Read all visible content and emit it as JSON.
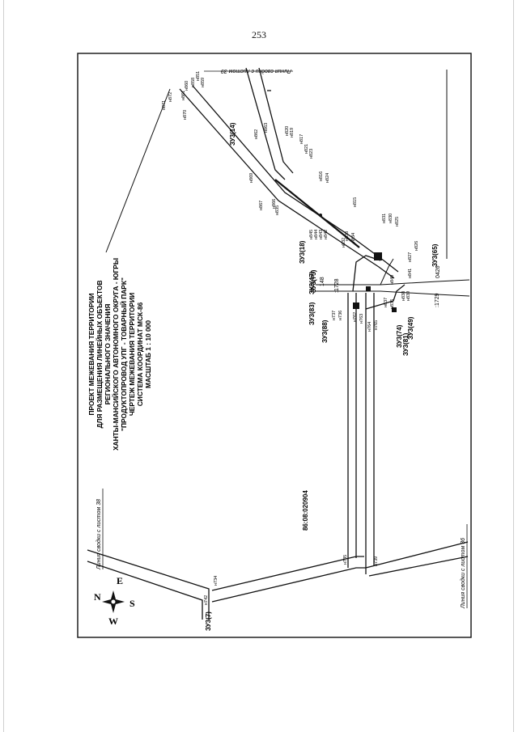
{
  "page_number": "253",
  "title_block": {
    "lines": [
      "ПРОЕКТ МЕЖЕВАНИЯ ТЕРРИТОРИИ",
      "ДЛЯ РАЗМЕЩЕНИЯ ЛИНЕЙНЫХ ОБЪЕКТОВ",
      "РЕГИОНАЛЬНОГО ЗНАЧЕНИЯ",
      "ХАНТЫ-МАНСИЙСКОГО АВТОНОМНОГО ОКРУГА - ЮГРЫ",
      "\"ПРОДУКТОПРОВОД УПГ - ТОВАРНЫЙ ПАРК\"",
      "ЧЕРТЕЖ МЕЖЕВАНИЯ ТЕРРИТОРИИ",
      "СИСТЕМА КООРДИНАТ МСК-86",
      "МАСШТАБ 1 : 10 000"
    ]
  },
  "cadastral_block": "86:08:020904",
  "junction_lines": {
    "top": "Линия сводки с листом 39",
    "left": "Линия сводки с листом 38",
    "bottom": "Линия сводки с листом 36"
  },
  "compass": {
    "n": "N",
    "e": "E",
    "s": "S",
    "w": "W"
  },
  "parcels": {
    "zu14": "ЗУ3(14)",
    "zu18": "ЗУ3(18)",
    "zu75": "ЗУ3(75)",
    "zu47": "ЗУ3(47)",
    "zu83": "ЗУ3(83)",
    "zu88": "ЗУ3(88)",
    "zu65": "ЗУ3(65)",
    "zu74": "ЗУ3(74)",
    "zu81": "ЗУ3(81)",
    "zu49": "ЗУ3(49)",
    "zu7": "ЗУ3(7)",
    "n1728": ":1728",
    "n1729": ":1729",
    "n0426": "0426",
    "n148": "148"
  },
  "points": {
    "h735": "н735",
    "h739": "н739",
    "h734": "н734",
    "h742": "н742",
    "h737": "н737",
    "h736": "н736",
    "h764": "н764",
    "h765": "н765",
    "h762": "н762",
    "h763": "н763",
    "h815": "н815",
    "h816": "н816",
    "h817": "н817",
    "h819": "н819",
    "h820": "н820",
    "h821": "н821",
    "h822": "н822",
    "h823": "н823",
    "h824": "н824",
    "h825": "н825",
    "h826": "н826",
    "h827": "н827",
    "h828": "н828",
    "h830": "н830",
    "h831": "н831",
    "h832": "н832",
    "h833": "н833",
    "h834": "н834",
    "h835": "н835",
    "h836": "н836",
    "h837": "н837",
    "h838": "н838",
    "h839": "н839",
    "h840": "н840",
    "h841": "н841",
    "h842": "н842",
    "h843": "н843",
    "h844": "н844",
    "h845": "н845",
    "h851": "н851",
    "h858": "н858",
    "h859": "н859",
    "h860": "н860",
    "h861": "н861",
    "h862": "н862",
    "h863": "н863",
    "h866": "н866",
    "h867": "н867",
    "h869": "н869",
    "h870": "н870",
    "h871": "н871",
    "h872": "н872"
  }
}
